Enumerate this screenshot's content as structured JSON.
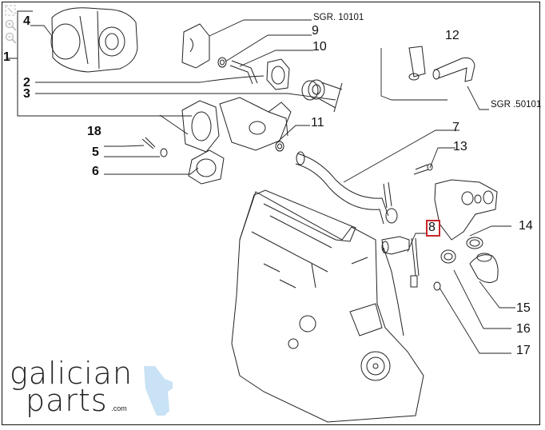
{
  "viewer_tools": [
    {
      "name": "fit-to-screen",
      "icon": "expand-icon"
    },
    {
      "name": "zoom-in",
      "icon": "zoom-in-icon"
    },
    {
      "name": "zoom-out",
      "icon": "zoom-out-icon"
    }
  ],
  "diagram": {
    "callouts": [
      {
        "id": "1",
        "text": "1"
      },
      {
        "id": "2",
        "text": "2"
      },
      {
        "id": "3",
        "text": "3"
      },
      {
        "id": "4",
        "text": "4"
      },
      {
        "id": "5",
        "text": "5"
      },
      {
        "id": "6",
        "text": "6"
      },
      {
        "id": "7",
        "text": "7"
      },
      {
        "id": "8",
        "text": "8",
        "highlighted": true
      },
      {
        "id": "9",
        "text": "9"
      },
      {
        "id": "10",
        "text": "10"
      },
      {
        "id": "11",
        "text": "11"
      },
      {
        "id": "12",
        "text": "12"
      },
      {
        "id": "13",
        "text": "13"
      },
      {
        "id": "14",
        "text": "14"
      },
      {
        "id": "15",
        "text": "15"
      },
      {
        "id": "16",
        "text": "16"
      },
      {
        "id": "17",
        "text": "17"
      },
      {
        "id": "18",
        "text": "18"
      }
    ],
    "references": [
      {
        "text": "SGR. 10101"
      },
      {
        "text": "SGR .50101"
      }
    ],
    "highlight_color": "#c8262b"
  },
  "logo": {
    "line1": "galician",
    "line2": "parts",
    "suffix": ".com",
    "accent_color": "#c9e2f5"
  }
}
